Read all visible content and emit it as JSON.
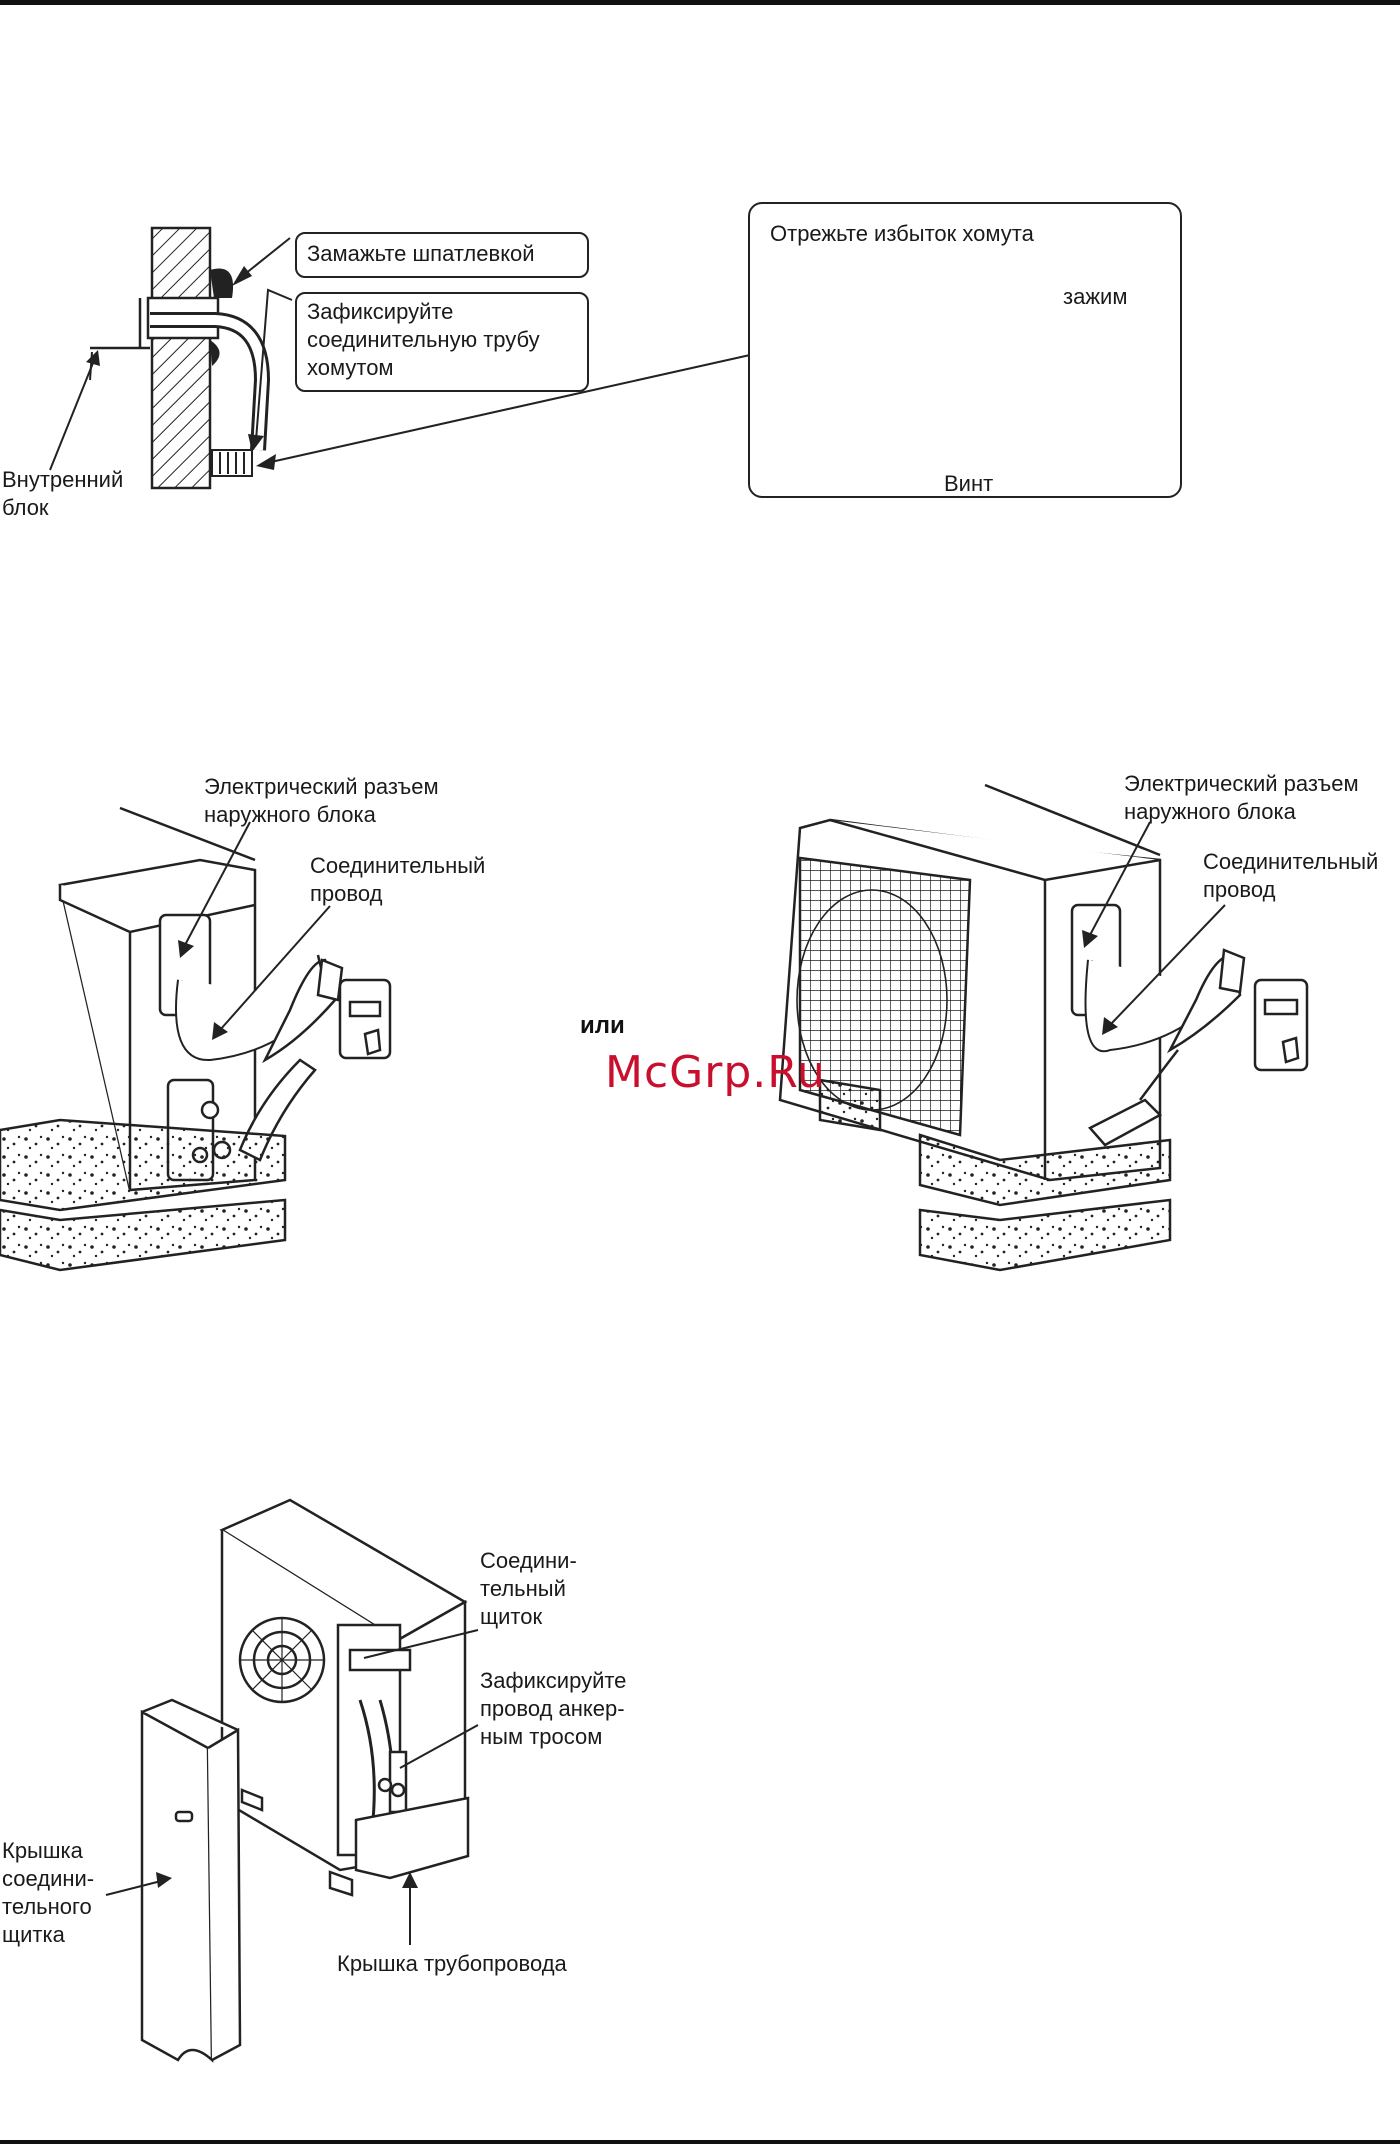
{
  "section1": {
    "putty_label": "Замажьте шпатлевкой",
    "fix_pipe_lines": [
      "Зафиксируйте",
      "соединительную трубу",
      "хомутом"
    ],
    "indoor_unit_lines": [
      "Внутренний",
      "блок"
    ],
    "callout": {
      "cut_label": "Отрежьте избыток хомута",
      "clamp_label": "зажим",
      "screw_label": "Винт"
    }
  },
  "section2": {
    "left": {
      "connector_lines": [
        "Электрический разъем",
        "наружного блока"
      ],
      "wire_lines": [
        "Соединительный",
        "провод"
      ]
    },
    "or_label": "или",
    "right": {
      "connector_lines": [
        "Электрический разъем",
        "наружного блока"
      ],
      "wire_lines": [
        "Соединитель­ный",
        "провод"
      ]
    }
  },
  "watermark": "McGrp.Ru",
  "section3": {
    "panel_lines": [
      "Соедини-",
      "тельный",
      "щиток"
    ],
    "fix_wire_lines": [
      "Зафиксируйте",
      "провод анкер-",
      "ным тросом"
    ],
    "cover_lines": [
      "Крышка",
      "соедини-",
      "тельного",
      "щитка"
    ],
    "pipe_cover_label": "Крышка трубопровода"
  }
}
